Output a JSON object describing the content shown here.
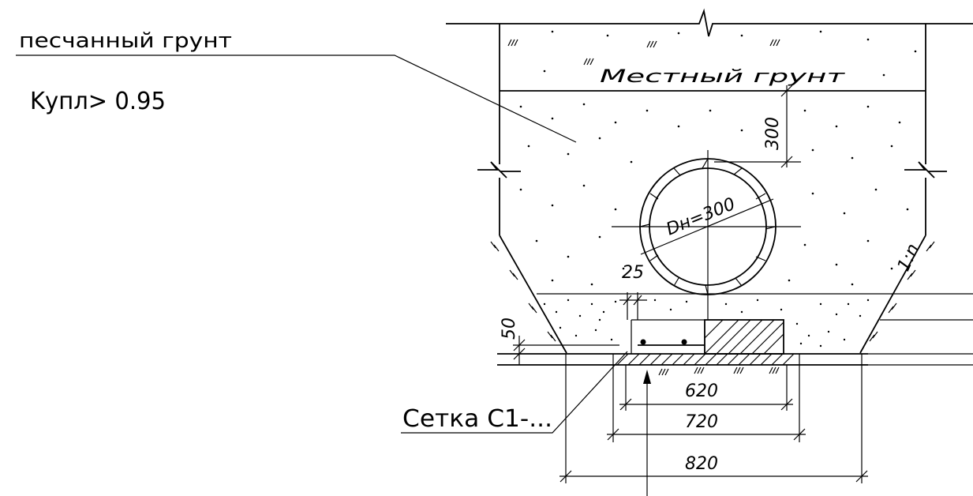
{
  "labels": {
    "sand_soil": "песчанный грунт",
    "compaction": "Kупл> 0.95",
    "local_soil": "Местный грунт",
    "mesh": "Сетка С1-...",
    "slope": "1:n",
    "pipe_diameter": "Dн=300",
    "cover_depth": "300",
    "gap": "25",
    "bedding": "50",
    "width_620": "620",
    "width_720": "720",
    "width_820": "820"
  }
}
